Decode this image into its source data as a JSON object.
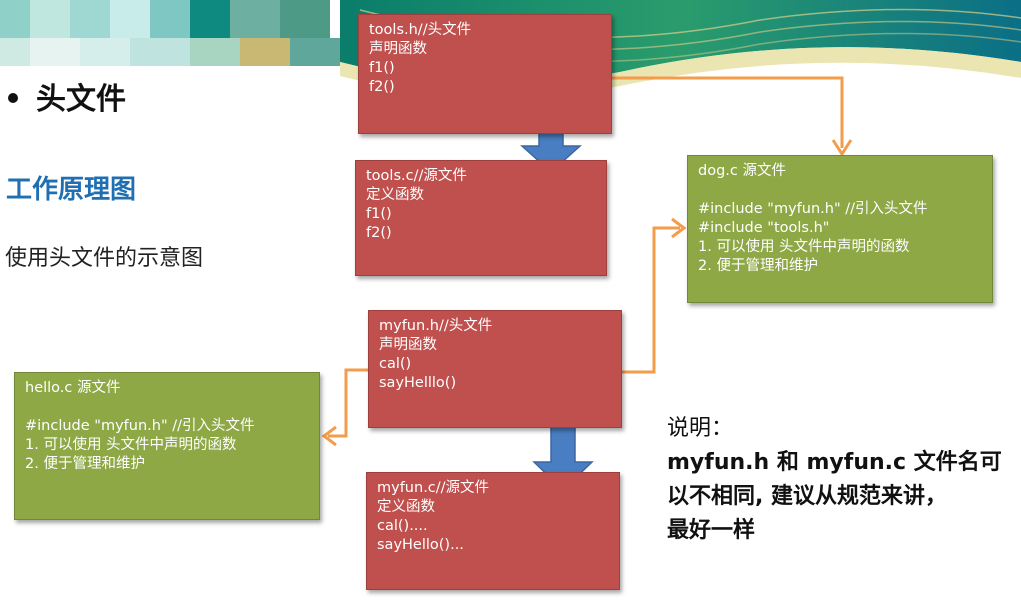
{
  "slide": {
    "title": "头文件",
    "subtitle": "工作原理图",
    "caption": "使用头文件的示意图"
  },
  "boxes": {
    "tools_h": {
      "lines": [
        "tools.h//头文件",
        "声明函数",
        "f1()",
        "f2()"
      ]
    },
    "tools_c": {
      "lines": [
        "tools.c//源文件",
        "定义函数",
        "f1()",
        "f2()"
      ]
    },
    "myfun_h": {
      "lines": [
        "myfun.h//头文件",
        "声明函数",
        "cal()",
        "sayHelllo()"
      ]
    },
    "myfun_c": {
      "lines": [
        "myfun.c//源文件",
        "定义函数",
        "cal()....",
        "sayHello()..."
      ]
    },
    "dog_c": {
      "lines": [
        "dog.c  源文件",
        "#include \"myfun.h\" //引入头文件",
        "#include  \"tools.h\"",
        "1.   可以使用 头文件中声明的函数",
        "2.   便于管理和维护"
      ]
    },
    "hello_c": {
      "lines": [
        "hello.c  源文件",
        "#include \"myfun.h\" //引入头文件",
        "1.   可以使用 头文件中声明的函数",
        "2.   便于管理和维护"
      ]
    }
  },
  "note": {
    "heading": "说明：",
    "line1": "myfun.h 和 myfun.c 文件名可",
    "line2": "以不相同, 建议从规范来讲，",
    "line3": "最好一样"
  },
  "colors": {
    "header_box": "#c0504d",
    "source_box": "#8ea846",
    "arrow_orange": "#f39c4b",
    "double_arrow": "#4a7ec2",
    "subtitle": "#1f6fb2"
  }
}
